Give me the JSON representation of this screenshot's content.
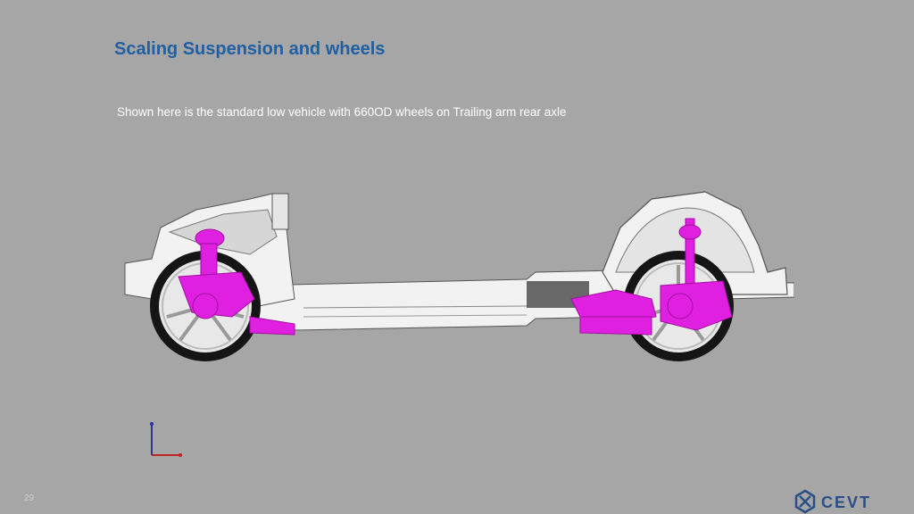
{
  "slide": {
    "title": "Scaling Suspension and wheels",
    "subtitle": "Shown here is the standard low vehicle with 660OD wheels on Trailing arm rear axle",
    "page_number": "29"
  },
  "logo": {
    "text": "CEVT",
    "icon": "cevt-logo-icon"
  },
  "colors": {
    "background": "#a6a6a6",
    "title": "#1f5fa3",
    "suspension": "#e020e0",
    "body": "#f2f2f2",
    "tire": "#111111"
  }
}
